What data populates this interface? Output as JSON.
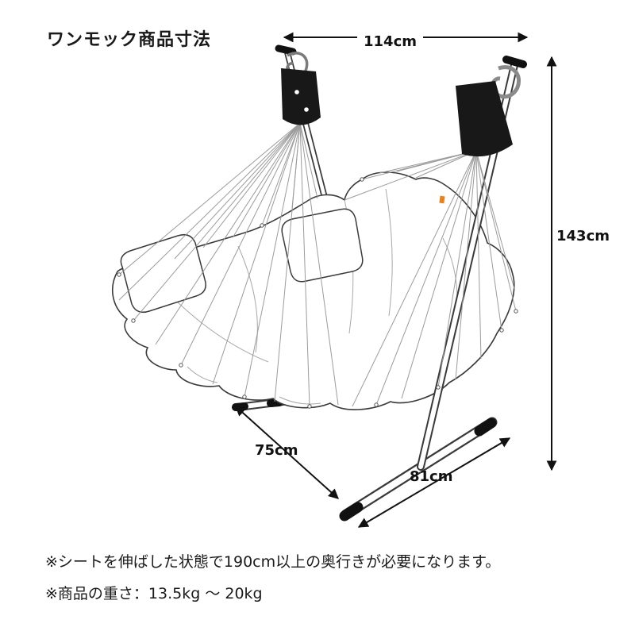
{
  "title": "ワンモック商品寸法",
  "diagram": {
    "dimensions": {
      "width": "114cm",
      "height": "143cm",
      "depth": "75cm",
      "base_length": "81cm"
    }
  },
  "notes": {
    "depth_requirement": "※シートを伸ばした状態で190cm以上の奥行きが必要になります。",
    "weight": "※商品の重さ：13.5kg ～ 20kg"
  },
  "colors": {
    "ink": "#1a1a1a",
    "outline": "#3a3a3a",
    "string": "#9b9b9b",
    "accent_tag": "#e8821e"
  }
}
